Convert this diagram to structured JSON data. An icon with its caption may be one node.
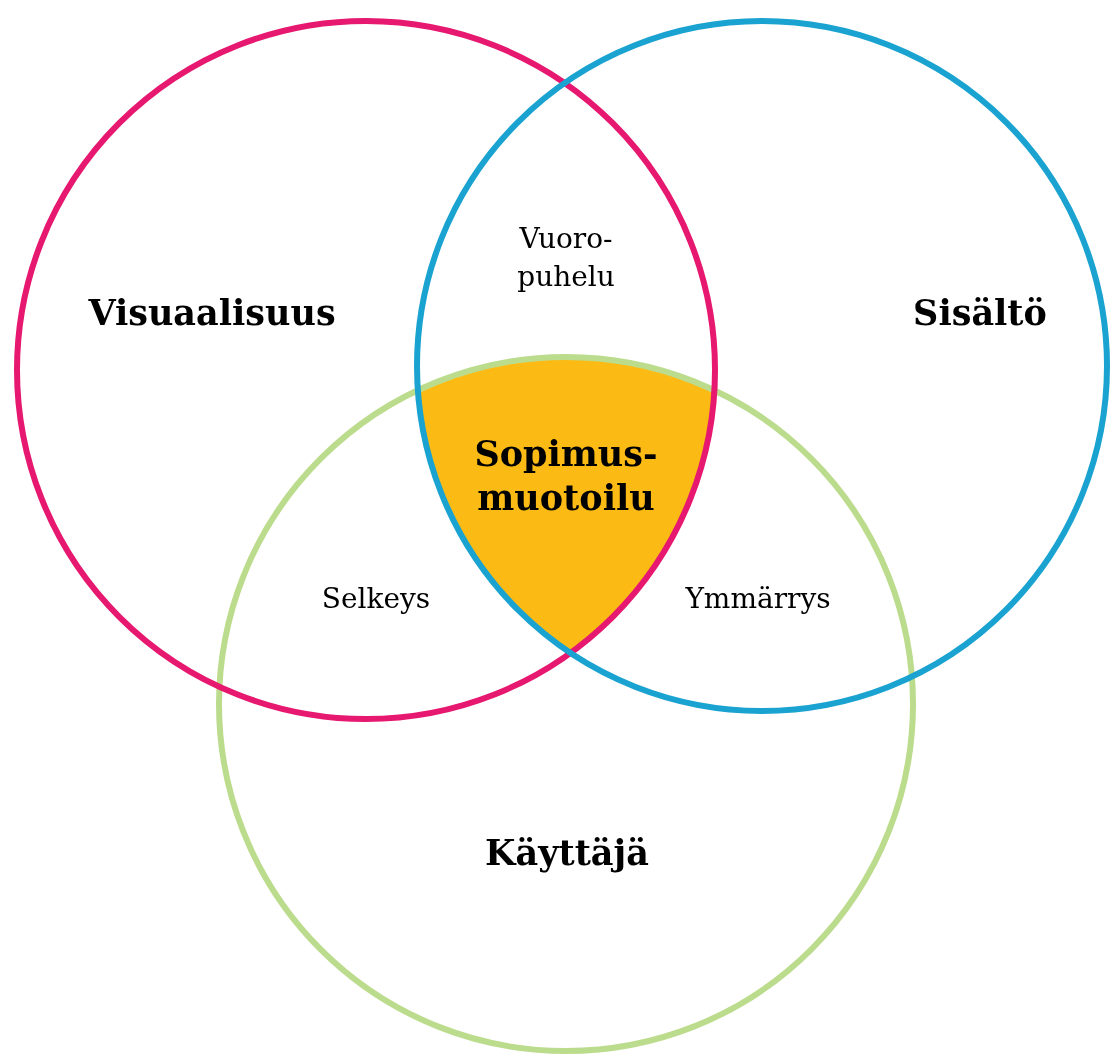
{
  "diagram": {
    "nodes": [
      {
        "text": [
          "Visuaalisuus"
        ]
      },
      {
        "text": [
          "Sisältö"
        ]
      },
      {
        "text": [
          "Käyttäjä"
        ]
      },
      {
        "text": [
          "Sopimus-muotoilu"
        ]
      }
    ],
    "labels": [
      "Vuoro-puhelu",
      "Selkeys",
      "Ymmärrys"
    ]
  }
}
